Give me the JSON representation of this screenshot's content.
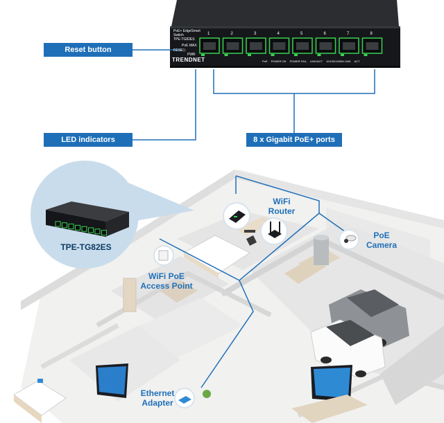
{
  "callouts": {
    "reset": "Reset button",
    "leds": "LED indicators",
    "ports": "8 x Gigabit PoE+ ports"
  },
  "switch": {
    "brand": "TRENDNET",
    "model_line1": "PoE+ EdgeSmart",
    "model_line2": "Switch",
    "model_line3": "TPE-TG82ES",
    "power": "PoE MAX",
    "reset": "RESET",
    "pwr": "PWR",
    "port_numbers": [
      "1",
      "2",
      "3",
      "4",
      "5",
      "6",
      "7",
      "8"
    ],
    "legend": [
      "PoE",
      "POWER OK",
      "POWER FAIL",
      "LINK/ACT",
      "10/100/1000M LINK",
      "ACT"
    ]
  },
  "inset": {
    "model": "TPE-TG82ES"
  },
  "devices": {
    "router_l1": "WiFi",
    "router_l2": "Router",
    "camera_l1": "PoE",
    "camera_l2": "Camera",
    "ap_l1": "WiFi PoE",
    "ap_l2": "Access Point",
    "adapter_l1": "Ethernet",
    "adapter_l2": "Adapter"
  },
  "colors": {
    "accent": "#1f6fb8",
    "bubble": "#c9dceb",
    "wire": "#1f6fb8",
    "led_green": "#39d353"
  }
}
